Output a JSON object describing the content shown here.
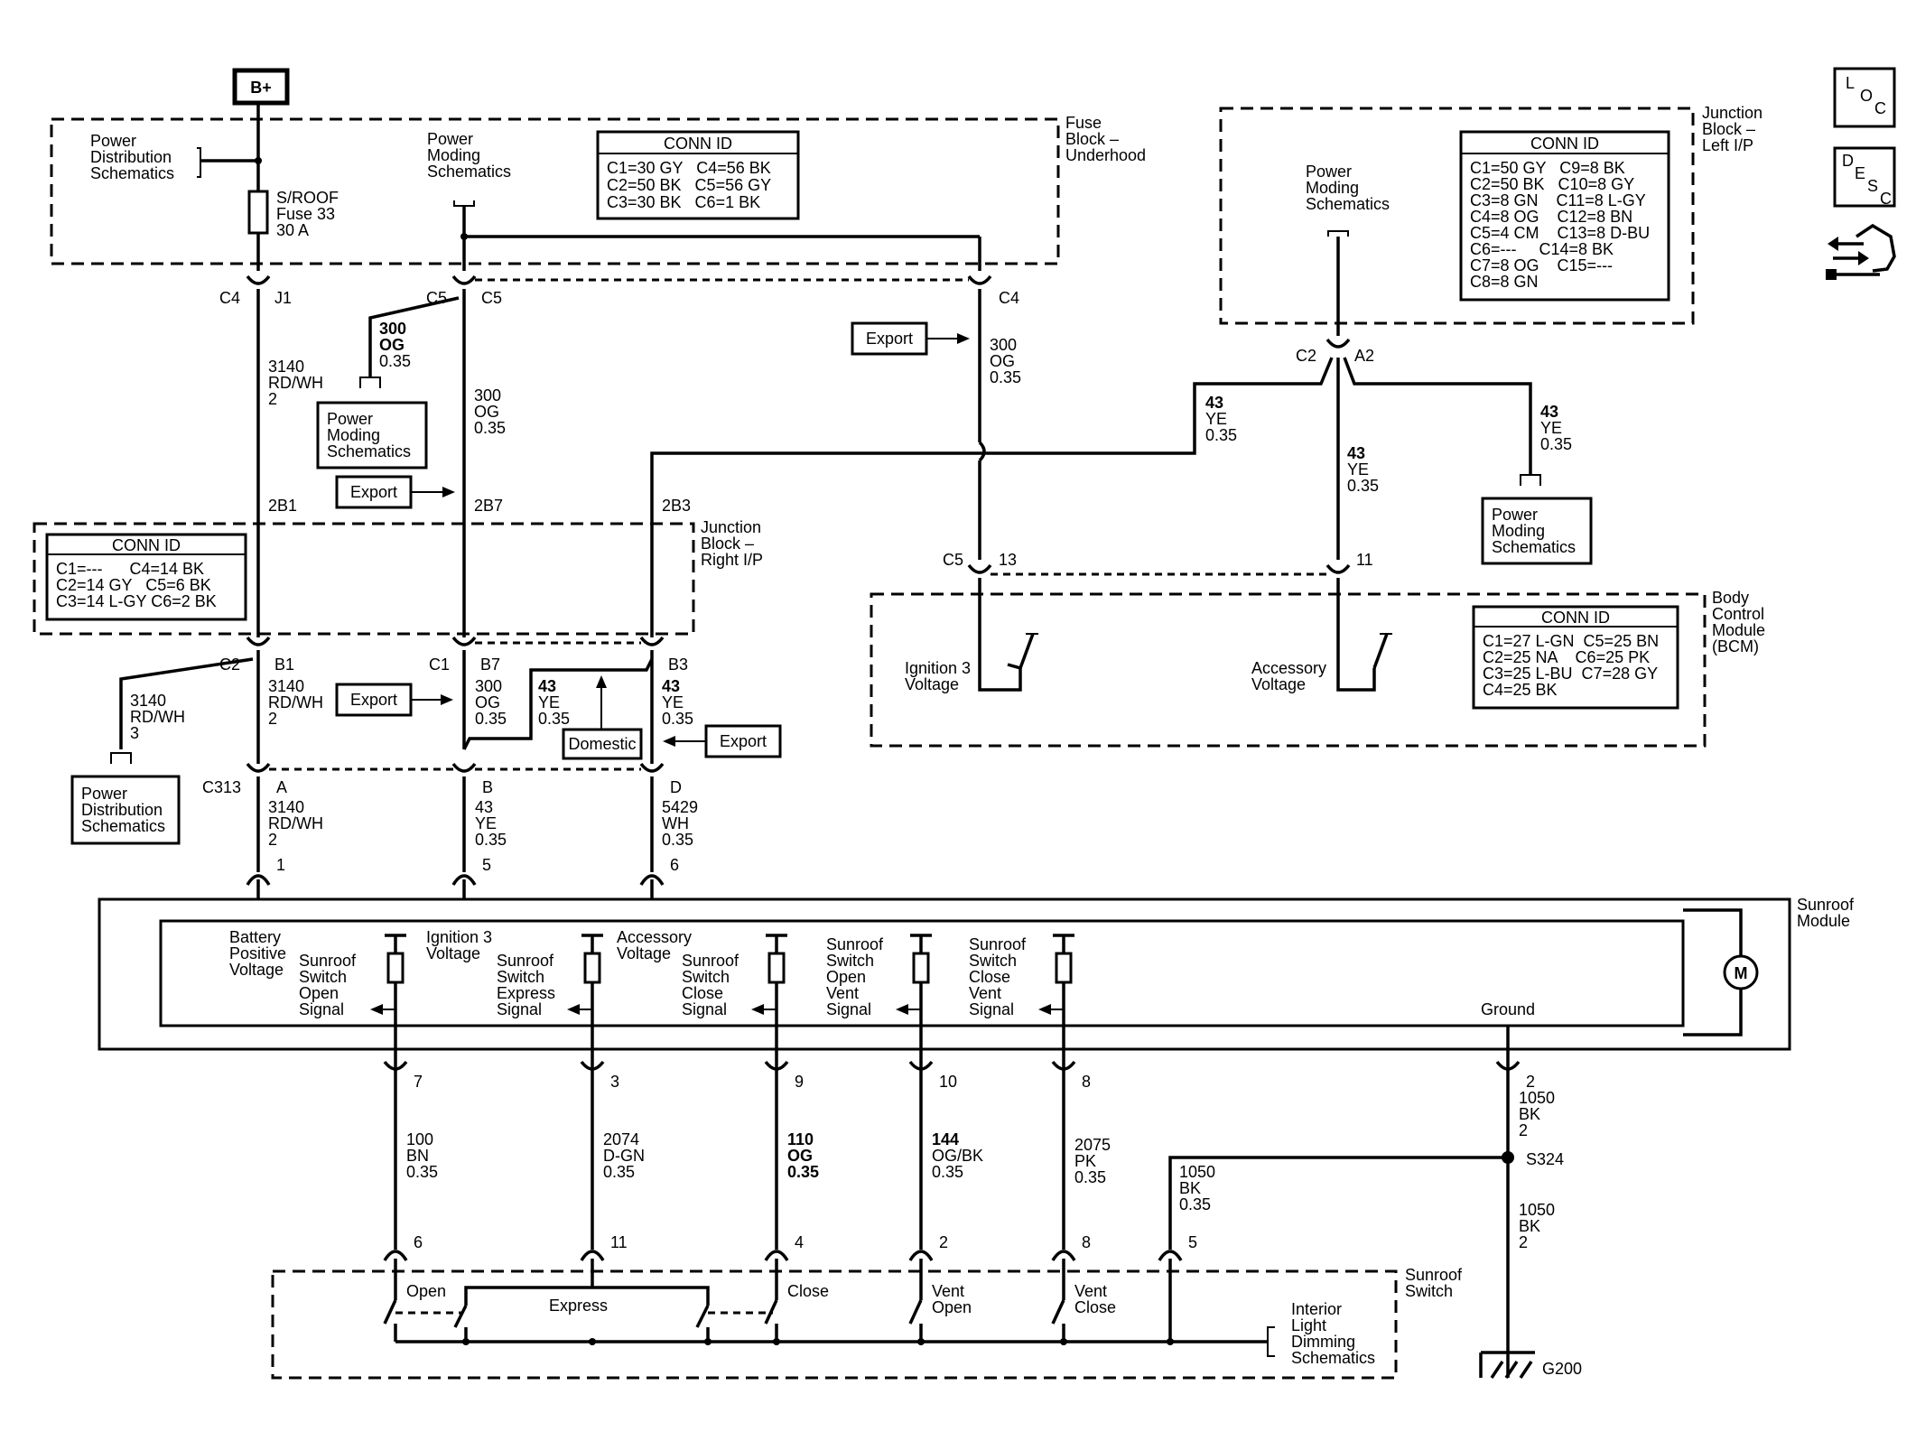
{
  "labels": {
    "bplus": "B+",
    "pds1": [
      "Power",
      "Distribution",
      "Schematics"
    ],
    "pms_top": [
      "Power",
      "Moding",
      "Schematics"
    ],
    "fuse": [
      "S/ROOF",
      "Fuse 33",
      "30 A"
    ],
    "fuse_block": [
      "Fuse",
      "Block –",
      "Underhood"
    ],
    "jb_left": [
      "Junction",
      "Block –",
      "Left I/P"
    ],
    "pms_jbl": [
      "Power",
      "Moding",
      "Schematics"
    ],
    "c4": "C4",
    "j1": "J1",
    "c5a": "C5",
    "c5b": "C5",
    "c4r": "C4",
    "w3140a": [
      "3140",
      "RD/WH",
      "2"
    ],
    "w300a": [
      "300",
      "OG",
      "0.35"
    ],
    "pms_box1": [
      "Power",
      "Moding",
      "Schematics"
    ],
    "w300b": [
      "300",
      "OG",
      "0.35"
    ],
    "export1": "Export",
    "w300c": [
      "300",
      "OG",
      "0.35"
    ],
    "export2": "Export",
    "c2a2": [
      "C2",
      "A2"
    ],
    "w43a": [
      "43",
      "YE",
      "0.35"
    ],
    "w43b": [
      "43",
      "YE",
      "0.35"
    ],
    "w43c": [
      "43",
      "YE",
      "0.35"
    ],
    "pms_box2": [
      "Power",
      "Moding",
      "Schematics"
    ],
    "pin2b1": "2B1",
    "pin2b7": "2B7",
    "pin2b3": "2B3",
    "jb_right": [
      "Junction",
      "Block –",
      "Right I/P"
    ],
    "c5_13": [
      "C5",
      "13"
    ],
    "pin11": "11",
    "bcm": [
      "Body",
      "Control",
      "Module",
      "(BCM)"
    ],
    "ign3": [
      "Ignition 3",
      "Voltage"
    ],
    "acc": [
      "Accessory",
      "Voltage"
    ],
    "c2": "C2",
    "b1": "B1",
    "c1": "C1",
    "b7": "B7",
    "b3": "B3",
    "w3140b": [
      "3140",
      "RD/WH",
      "2"
    ],
    "w3140c": [
      "3140",
      "RD/WH",
      "3"
    ],
    "export3": "Export",
    "w300d": [
      "300",
      "OG",
      "0.35"
    ],
    "w43d": [
      "43",
      "YE",
      "0.35"
    ],
    "w43e": [
      "43",
      "YE",
      "0.35"
    ],
    "domestic": "Domestic",
    "export4": "Export",
    "pds2": [
      "Power",
      "Distribution",
      "Schematics"
    ],
    "c313": "C313",
    "pa": "A",
    "pb": "B",
    "pd": "D",
    "w3140d": [
      "3140",
      "RD/WH",
      "2"
    ],
    "w43f": [
      "43",
      "YE",
      "0.35"
    ],
    "w5429": [
      "5429",
      "WH",
      "0.35"
    ],
    "p1": "1",
    "p5": "5",
    "p6": "6",
    "sunroof_module": [
      "Sunroof",
      "Module"
    ],
    "bat_pos": [
      "Battery",
      "Positive",
      "Voltage"
    ],
    "ign3_in": [
      "Ignition 3",
      "Voltage"
    ],
    "acc_in": [
      "Accessory",
      "Voltage"
    ],
    "sig_open": [
      "Sunroof",
      "Switch",
      "Open",
      "Signal"
    ],
    "sig_express": [
      "Sunroof",
      "Switch",
      "Express",
      "Signal"
    ],
    "sig_close": [
      "Sunroof",
      "Switch",
      "Close",
      "Signal"
    ],
    "sig_openvent": [
      "Sunroof",
      "Switch",
      "Open",
      "Vent",
      "Signal"
    ],
    "sig_closevent": [
      "Sunroof",
      "Switch",
      "Close",
      "Vent",
      "Signal"
    ],
    "ground": "Ground",
    "motor": "M",
    "p7": "7",
    "p3": "3",
    "p9": "9",
    "p10": "10",
    "p8": "8",
    "p2": "2",
    "w100": [
      "100",
      "BN",
      "0.35"
    ],
    "w2074": [
      "2074",
      "D-GN",
      "0.35"
    ],
    "w110": [
      "110",
      "OG",
      "0.35"
    ],
    "w144": [
      "144",
      "OG/BK",
      "0.35"
    ],
    "w2075": [
      "2075",
      "PK",
      "0.35"
    ],
    "w1050a": [
      "1050",
      "BK",
      "2"
    ],
    "s324": "S324",
    "w1050b": [
      "1050",
      "BK",
      "0.35"
    ],
    "w1050c": [
      "1050",
      "BK",
      "2"
    ],
    "sp6": "6",
    "sp11": "11",
    "sp4": "4",
    "sp2": "2",
    "sp8": "8",
    "sp5": "5",
    "sw_open": "Open",
    "sw_express": "Express",
    "sw_close": "Close",
    "sw_ventopen": [
      "Vent",
      "Open"
    ],
    "sw_ventclose": [
      "Vent",
      "Close"
    ],
    "sunroof_switch": [
      "Sunroof",
      "Switch"
    ],
    "ildim": [
      "Interior",
      "Light",
      "Dimming",
      "Schematics"
    ],
    "g200": "G200"
  },
  "conn_fuse": {
    "title": "CONN ID",
    "rows": [
      "C1=30 GY   C4=56 BK",
      "C2=50 BK   C5=56 GY",
      "C3=30 BK   C6=1 BK"
    ]
  },
  "conn_jbl": {
    "title": "CONN ID",
    "rows": [
      "C1=50 GY   C9=8 BK",
      "C2=50 BK   C10=8 GY",
      "C3=8 GN    C11=8 L-GY",
      "C4=8 OG    C12=8 BN",
      "C5=4 CM    C13=8 D-BU",
      "C6=---     C14=8 BK",
      "C7=8 OG    C15=---",
      "C8=8 GN"
    ]
  },
  "conn_jbr": {
    "title": "CONN ID",
    "rows": [
      "C1=---      C4=14 BK",
      "C2=14 GY   C5=6 BK",
      "C3=14 L-GY C6=2 BK"
    ]
  },
  "conn_bcm": {
    "title": "CONN ID",
    "rows": [
      "C1=27 L-GN  C5=25 BN",
      "C2=25 NA    C6=25 PK",
      "C3=25 L-BU  C7=28 GY",
      "C4=25 BK"
    ]
  },
  "icons": {
    "loc": [
      "L",
      "O",
      "C"
    ],
    "desc": [
      "D",
      "E",
      "S",
      "C"
    ],
    "nav": "connector-nav-icon"
  }
}
